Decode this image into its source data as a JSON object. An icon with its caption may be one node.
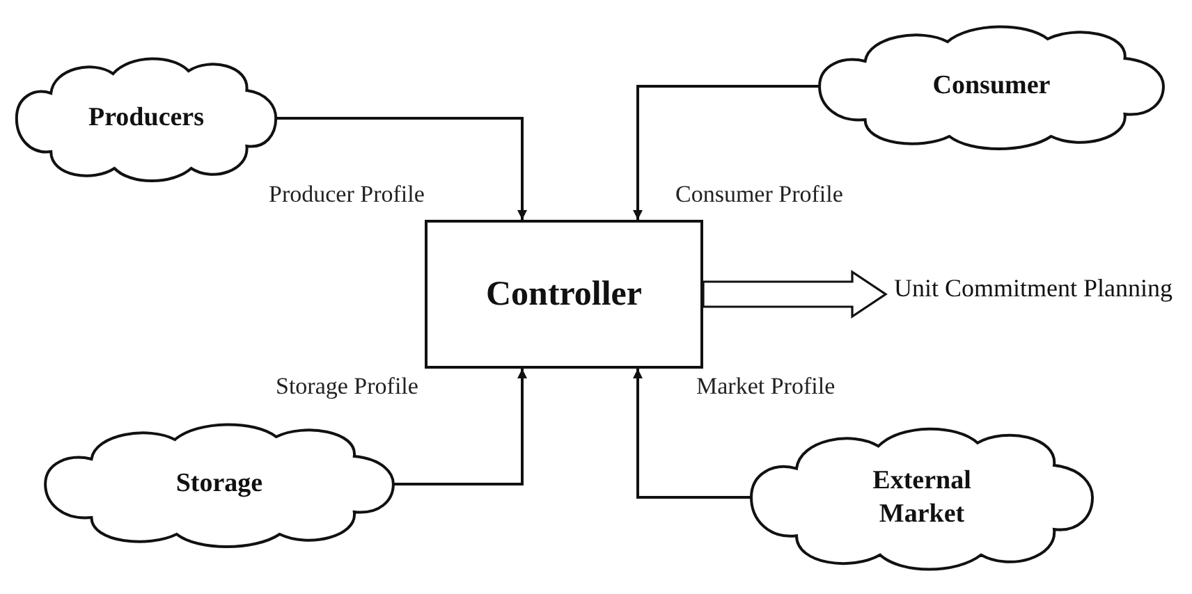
{
  "diagram": {
    "nodes": [
      {
        "text": [
          "Producers"
        ]
      },
      {
        "text": [
          "Consumer"
        ]
      },
      {
        "text": [
          "Controller"
        ]
      },
      {
        "text": [
          "Unit Commitment Planning"
        ]
      },
      {
        "text": [
          "Storage"
        ]
      },
      {
        "text": [
          "External Market"
        ]
      }
    ],
    "edges": [
      {
        "from": 0,
        "to": 2,
        "arrow": "to",
        "label": "Producer Profile"
      },
      {
        "from": 1,
        "to": 2,
        "arrow": "to",
        "label": "Consumer Profile"
      },
      {
        "from": 4,
        "to": 2,
        "arrow": "to",
        "label": "Storage Profile"
      },
      {
        "from": 5,
        "to": 2,
        "arrow": "to",
        "label": "Market Profile"
      },
      {
        "from": 2,
        "to": 3,
        "arrow": "to",
        "style": "thick"
      }
    ]
  }
}
